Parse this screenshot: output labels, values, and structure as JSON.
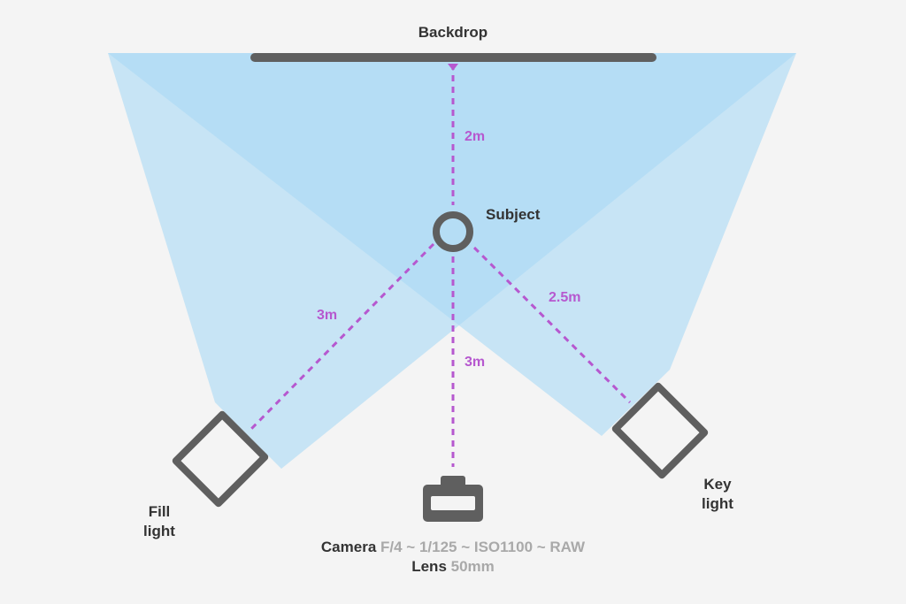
{
  "labels": {
    "backdrop": "Backdrop",
    "subject": "Subject",
    "fill_light": [
      "Fill",
      "light"
    ],
    "key_light": [
      "Key",
      "light"
    ]
  },
  "distances": {
    "backdrop_to_subject": "2m",
    "fill_to_subject": "3m",
    "camera_to_subject": "3m",
    "key_to_subject": "2.5m"
  },
  "camera_settings": {
    "camera_label": "Camera",
    "camera_values": "F/4 ~ 1/125 ~ ISO1100 ~ RAW",
    "lens_label": "Lens",
    "lens_value": "50mm"
  },
  "colors": {
    "background": "#f4f4f4",
    "light_beam": "#a8d8f5",
    "equipment": "#5f5f5f",
    "distance_line": "#b658cf",
    "label_text": "#333333",
    "setting_value": "#a9a9a9"
  },
  "icons": {
    "subject": "ring-circle",
    "fill_light": "softbox-square",
    "key_light": "softbox-square",
    "camera": "camera-body"
  }
}
